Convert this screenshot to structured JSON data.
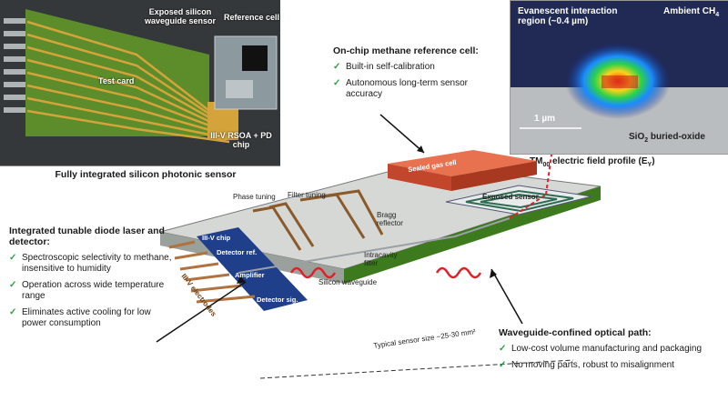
{
  "photo": {
    "labels": {
      "exposed_sensor": "Exposed silicon waveguide sensor",
      "reference_cell": "Reference cell",
      "test_card": "Test card",
      "rsoa": "III-V RSOA + PD chip"
    },
    "caption": "Fully integrated silicon photonic sensor"
  },
  "field_profile": {
    "evanescent": "Evanescent interaction region (~0.4 µm)",
    "ambient": "Ambient CH",
    "ambient_sub": "4",
    "scale": "1 µm",
    "oxide": "SiO",
    "oxide_sub": "2",
    "oxide_rest": " buried-oxide",
    "caption_main": "TM",
    "caption_sub": "00",
    "caption_rest": " electric field profile (E",
    "caption_y": "Y",
    "caption_end": ")"
  },
  "reference_section": {
    "title": "On-chip methane reference cell:",
    "bullets": [
      "Built-in self-calibration",
      "Autonomous long-term sensor accuracy"
    ]
  },
  "laser_section": {
    "title": "Integrated tunable diode laser and detector:",
    "bullets": [
      "Spectroscopic selectivity to methane, insensitive to humidity",
      "Operation across wide temperature range",
      "Eliminates active cooling for low power consumption"
    ]
  },
  "waveguide_section": {
    "title": "Waveguide-confined optical path:",
    "bullets": [
      "Low-cost volume manufacturing and packaging",
      "No moving parts, robust to misalignment"
    ]
  },
  "chip_labels": {
    "phase_tuning": "Phase tuning",
    "filter_tuning": "Filter tuning",
    "bragg": "Bragg reflector",
    "intracavity": "Intracavity filter",
    "silicon_wg": "Silicon waveguide",
    "sealed": "Sealed gas cell",
    "exposed": "Exposed sensor",
    "chip": "III-V chip",
    "detector_ref": "Detector ref.",
    "amplifier": "Amplifier",
    "detector_sig": "Detector sig.",
    "electrodes": "III-V electrodes",
    "size": "Typical sensor size ~25-30 mm²"
  },
  "colors": {
    "check": "#2ea043",
    "gas_cell": "#d9533b",
    "iii_v": "#1f3f8a",
    "electrode": "#b0733f",
    "laser": "#e0202a"
  }
}
